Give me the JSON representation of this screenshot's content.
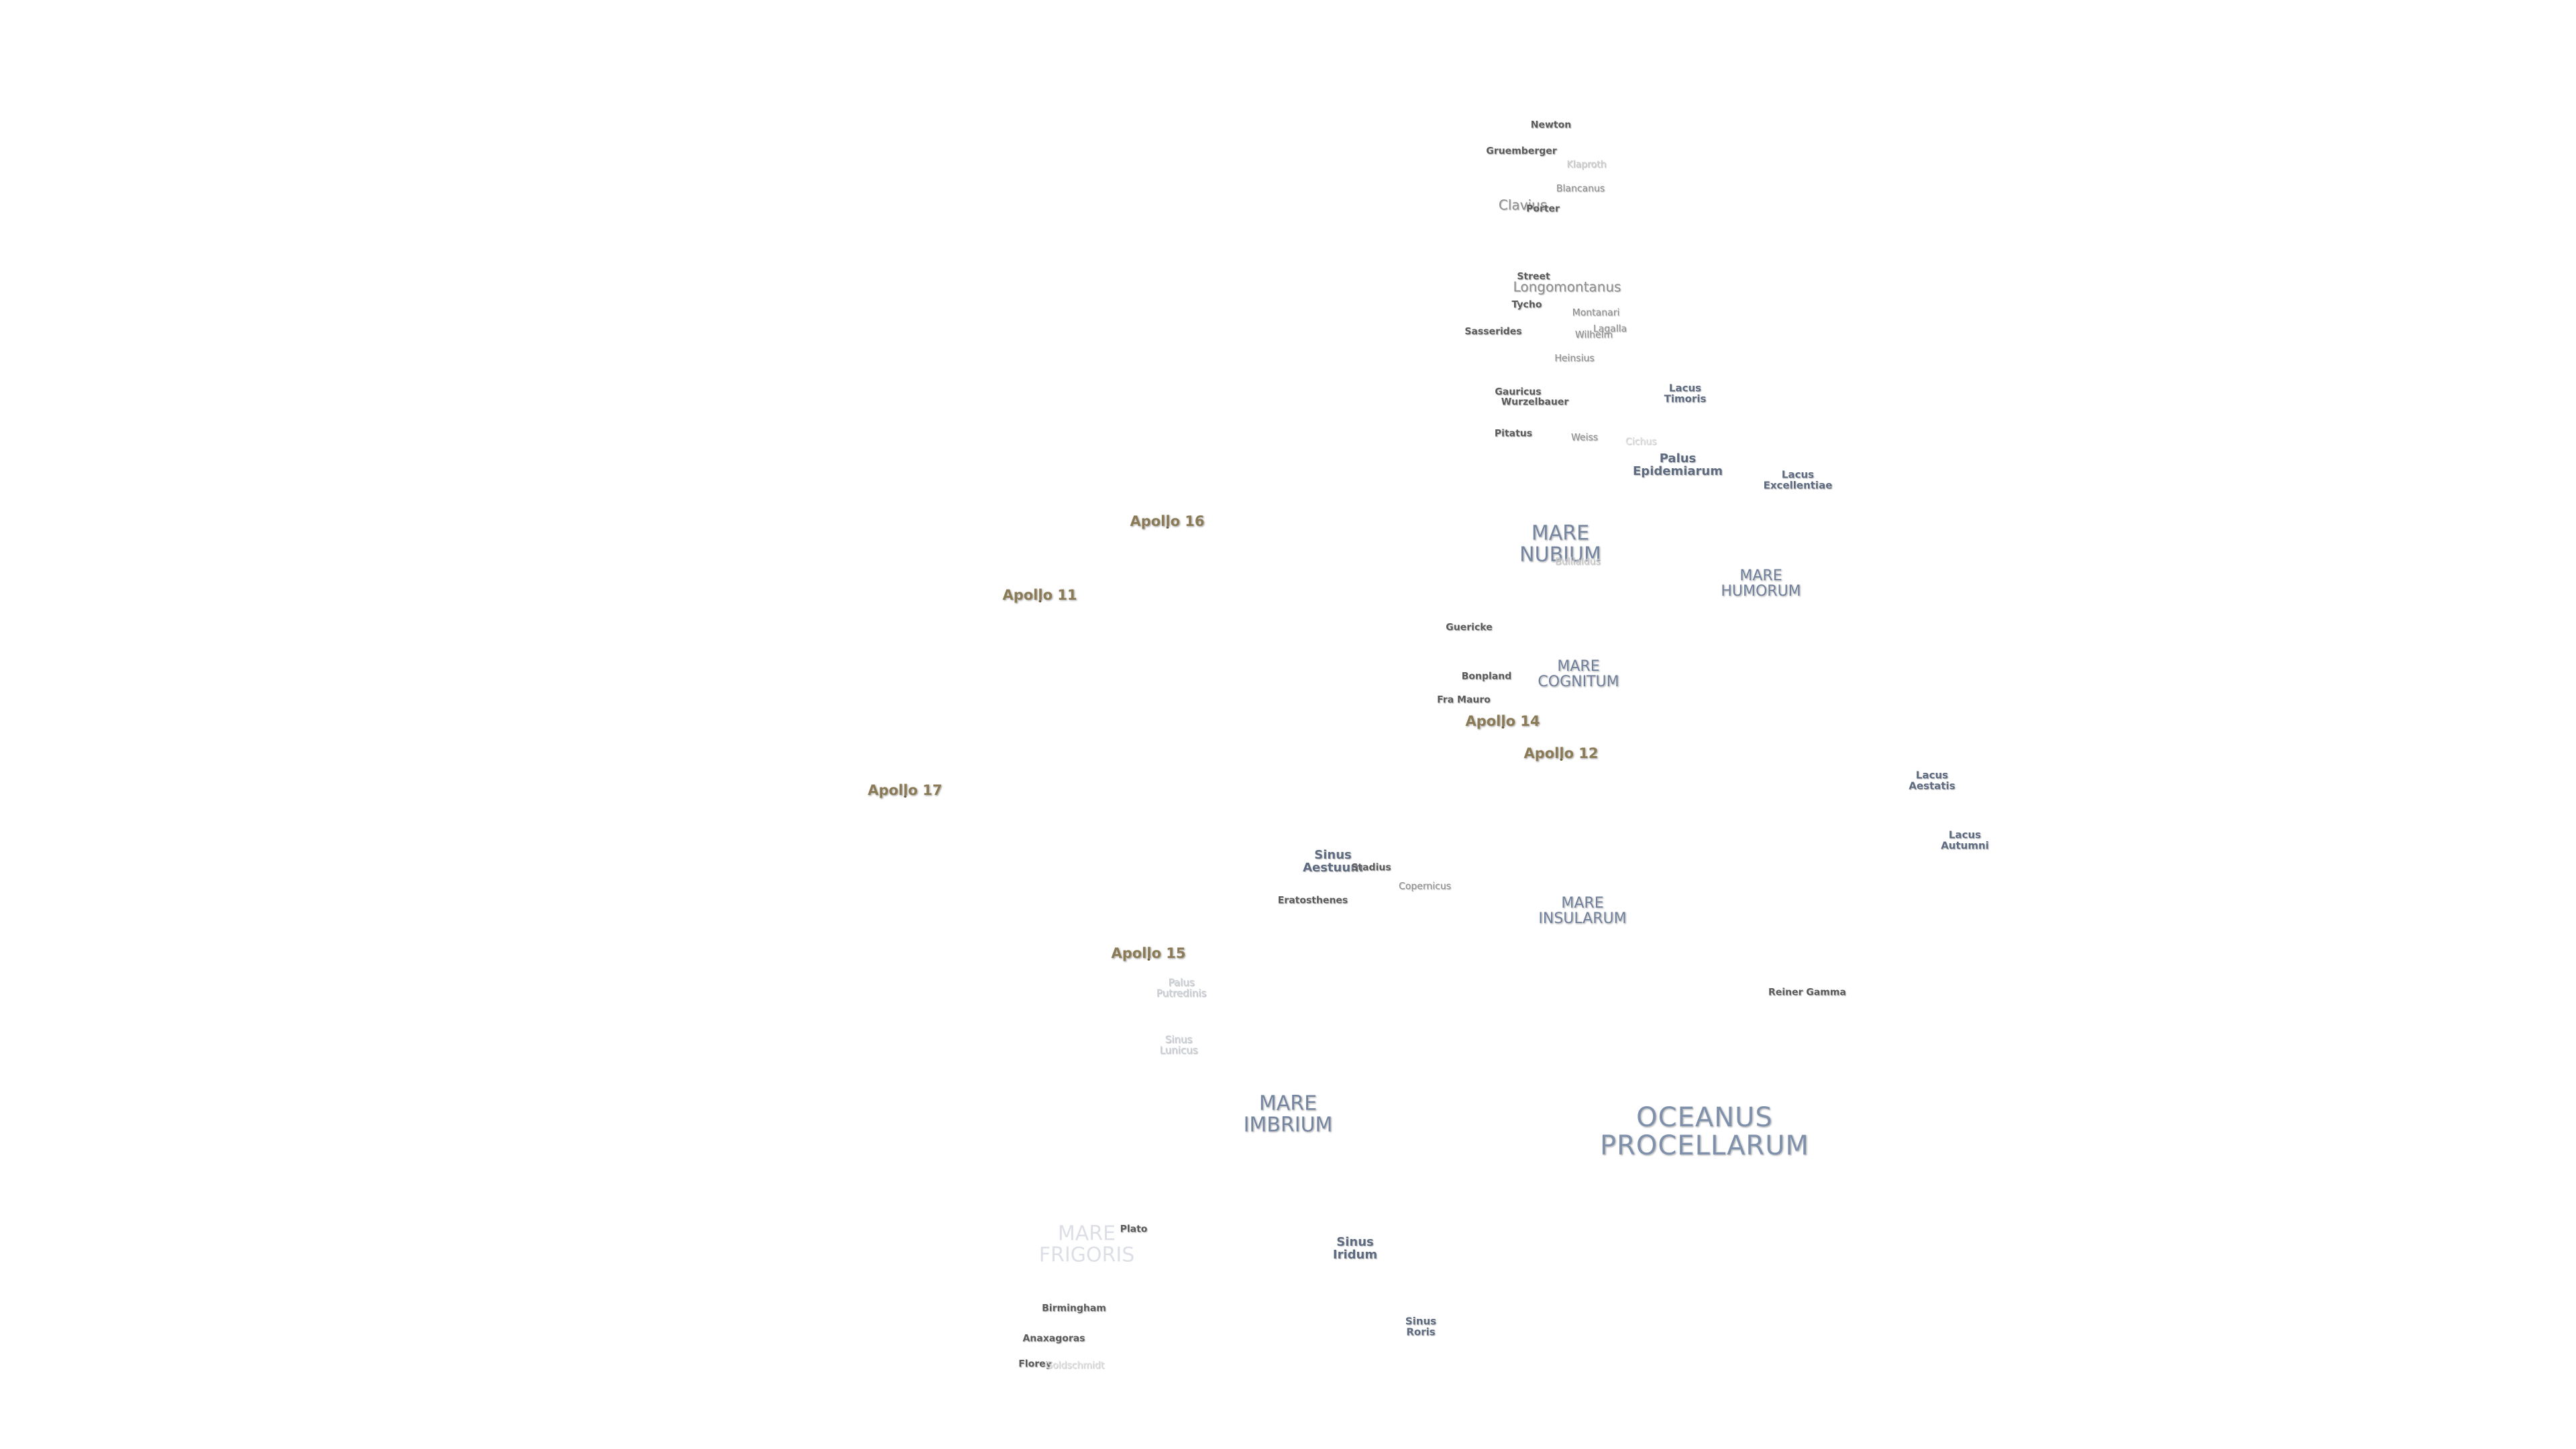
{
  "labels": {
    "newton": "Newton",
    "gruemberger": "Gruemberger",
    "klaproth": "Klaproth",
    "blancanus": "Blancanus",
    "clavius": "Clavius",
    "porter": "Porter",
    "street": "Street",
    "longomontanus": "Longomontanus",
    "tycho": "Tycho",
    "montanari": "Montanari",
    "lagalla": "Lagalla",
    "wilhelm": "Wilhelm",
    "sasserides": "Sasserides",
    "heinsius": "Heinsius",
    "gauricus": "Gauricus",
    "wurzelbauer": "Wurzelbauer",
    "lacus_timoris_1": "Lacus",
    "lacus_timoris_2": "Timoris",
    "pitatus": "Pitatus",
    "weiss": "Weiss",
    "cichus": "Cichus",
    "palus_epidemiarum_1": "Palus",
    "palus_epidemiarum_2": "Epidemiarum",
    "lacus_excellentiae_1": "Lacus",
    "lacus_excellentiae_2": "Excellentiae",
    "apollo_16": "Apollo 16",
    "mare_nubium_1": "MARE",
    "mare_nubium_2": "NUBIUM",
    "bullialdus": "Bullialdus",
    "mare_humorum_1": "MARE",
    "mare_humorum_2": "HUMORUM",
    "apollo_11": "Apollo 11",
    "guericke": "Guericke",
    "bonpland": "Bonpland",
    "mare_cognitum_1": "MARE",
    "mare_cognitum_2": "COGNITUM",
    "fra_mauro": "Fra Mauro",
    "apollo_14": "Apollo 14",
    "apollo_12": "Apollo 12",
    "lacus_aestatis_1": "Lacus",
    "lacus_aestatis_2": "Aestatis",
    "apollo_17": "Apollo 17",
    "lacus_autumni_1": "Lacus",
    "lacus_autumni_2": "Autumni",
    "sinus_aestuum_1": "Sinus",
    "sinus_aestuum_2": "Aestuum",
    "stadius": "Stadius",
    "copernicus": "Copernicus",
    "eratosthenes": "Eratosthenes",
    "mare_insularum_1": "MARE",
    "mare_insularum_2": "INSULARUM",
    "apollo_15": "Apollo 15",
    "palus_putredinis_1": "Palus",
    "palus_putredinis_2": "Putredinis",
    "reiner_gamma": "Reiner Gamma",
    "sinus_lunicus_1": "Sinus",
    "sinus_lunicus_2": "Lunicus",
    "mare_imbrium_1": "MARE",
    "mare_imbrium_2": "IMBRIUM",
    "oceanus_procellarum_1": "OCEANUS",
    "oceanus_procellarum_2": "PROCELLARUM",
    "mare_frigoris_1": "MARE",
    "mare_frigoris_2": "FRIGORIS",
    "plato": "Plato",
    "sinus_iridum_1": "Sinus",
    "sinus_iridum_2": "Iridum",
    "birmingham": "Birmingham",
    "sinus_roris_1": "Sinus",
    "sinus_roris_2": "Roris",
    "anaxagoras": "Anaxagoras",
    "florey": "Florey",
    "goldschmidt": "Goldschmidt"
  }
}
